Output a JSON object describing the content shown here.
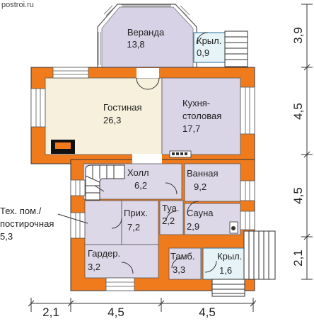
{
  "source_label": "postroi.ru",
  "colors": {
    "wall": "#f07b1d",
    "veranda": "#d7d2e6",
    "living": "#f7f0dc",
    "kitchen": "#d9d4e6",
    "rooms": "#ddd8e8",
    "porch": "#e6f3f7"
  },
  "rooms": {
    "veranda": {
      "name": "Веранда",
      "area": "13,8"
    },
    "porch_top": {
      "name": "Крыл.",
      "area": "0,9"
    },
    "living": {
      "name": "Гостиная",
      "area": "26,3"
    },
    "kitchen": {
      "name_line1": "Кухня-",
      "name_line2": "столовая",
      "area": "17,7"
    },
    "hall": {
      "name": "Холл",
      "area": "6,2"
    },
    "bath": {
      "name": "Ванная",
      "area": "9,2"
    },
    "tech_room": {
      "name_line1": "Тех. пом./",
      "name_line2": "постирочная",
      "area": "5,3"
    },
    "entry": {
      "name": "Прих.",
      "area": "7,2"
    },
    "toilet": {
      "name": "Туа.",
      "area": "2,2"
    },
    "sauna": {
      "name": "Сауна",
      "area": "2,9"
    },
    "wardrobe": {
      "name": "Гардер.",
      "area": "3,2"
    },
    "vestibule": {
      "name": "Тамб.",
      "area": "3,3"
    },
    "porch_bottom": {
      "name": "Крыл.",
      "area": "1,6"
    }
  },
  "dimensions": {
    "bottom": [
      "2,1",
      "4,5",
      "4,5"
    ],
    "right": [
      "3,9",
      "4,5",
      "4,5",
      "2,1"
    ]
  }
}
